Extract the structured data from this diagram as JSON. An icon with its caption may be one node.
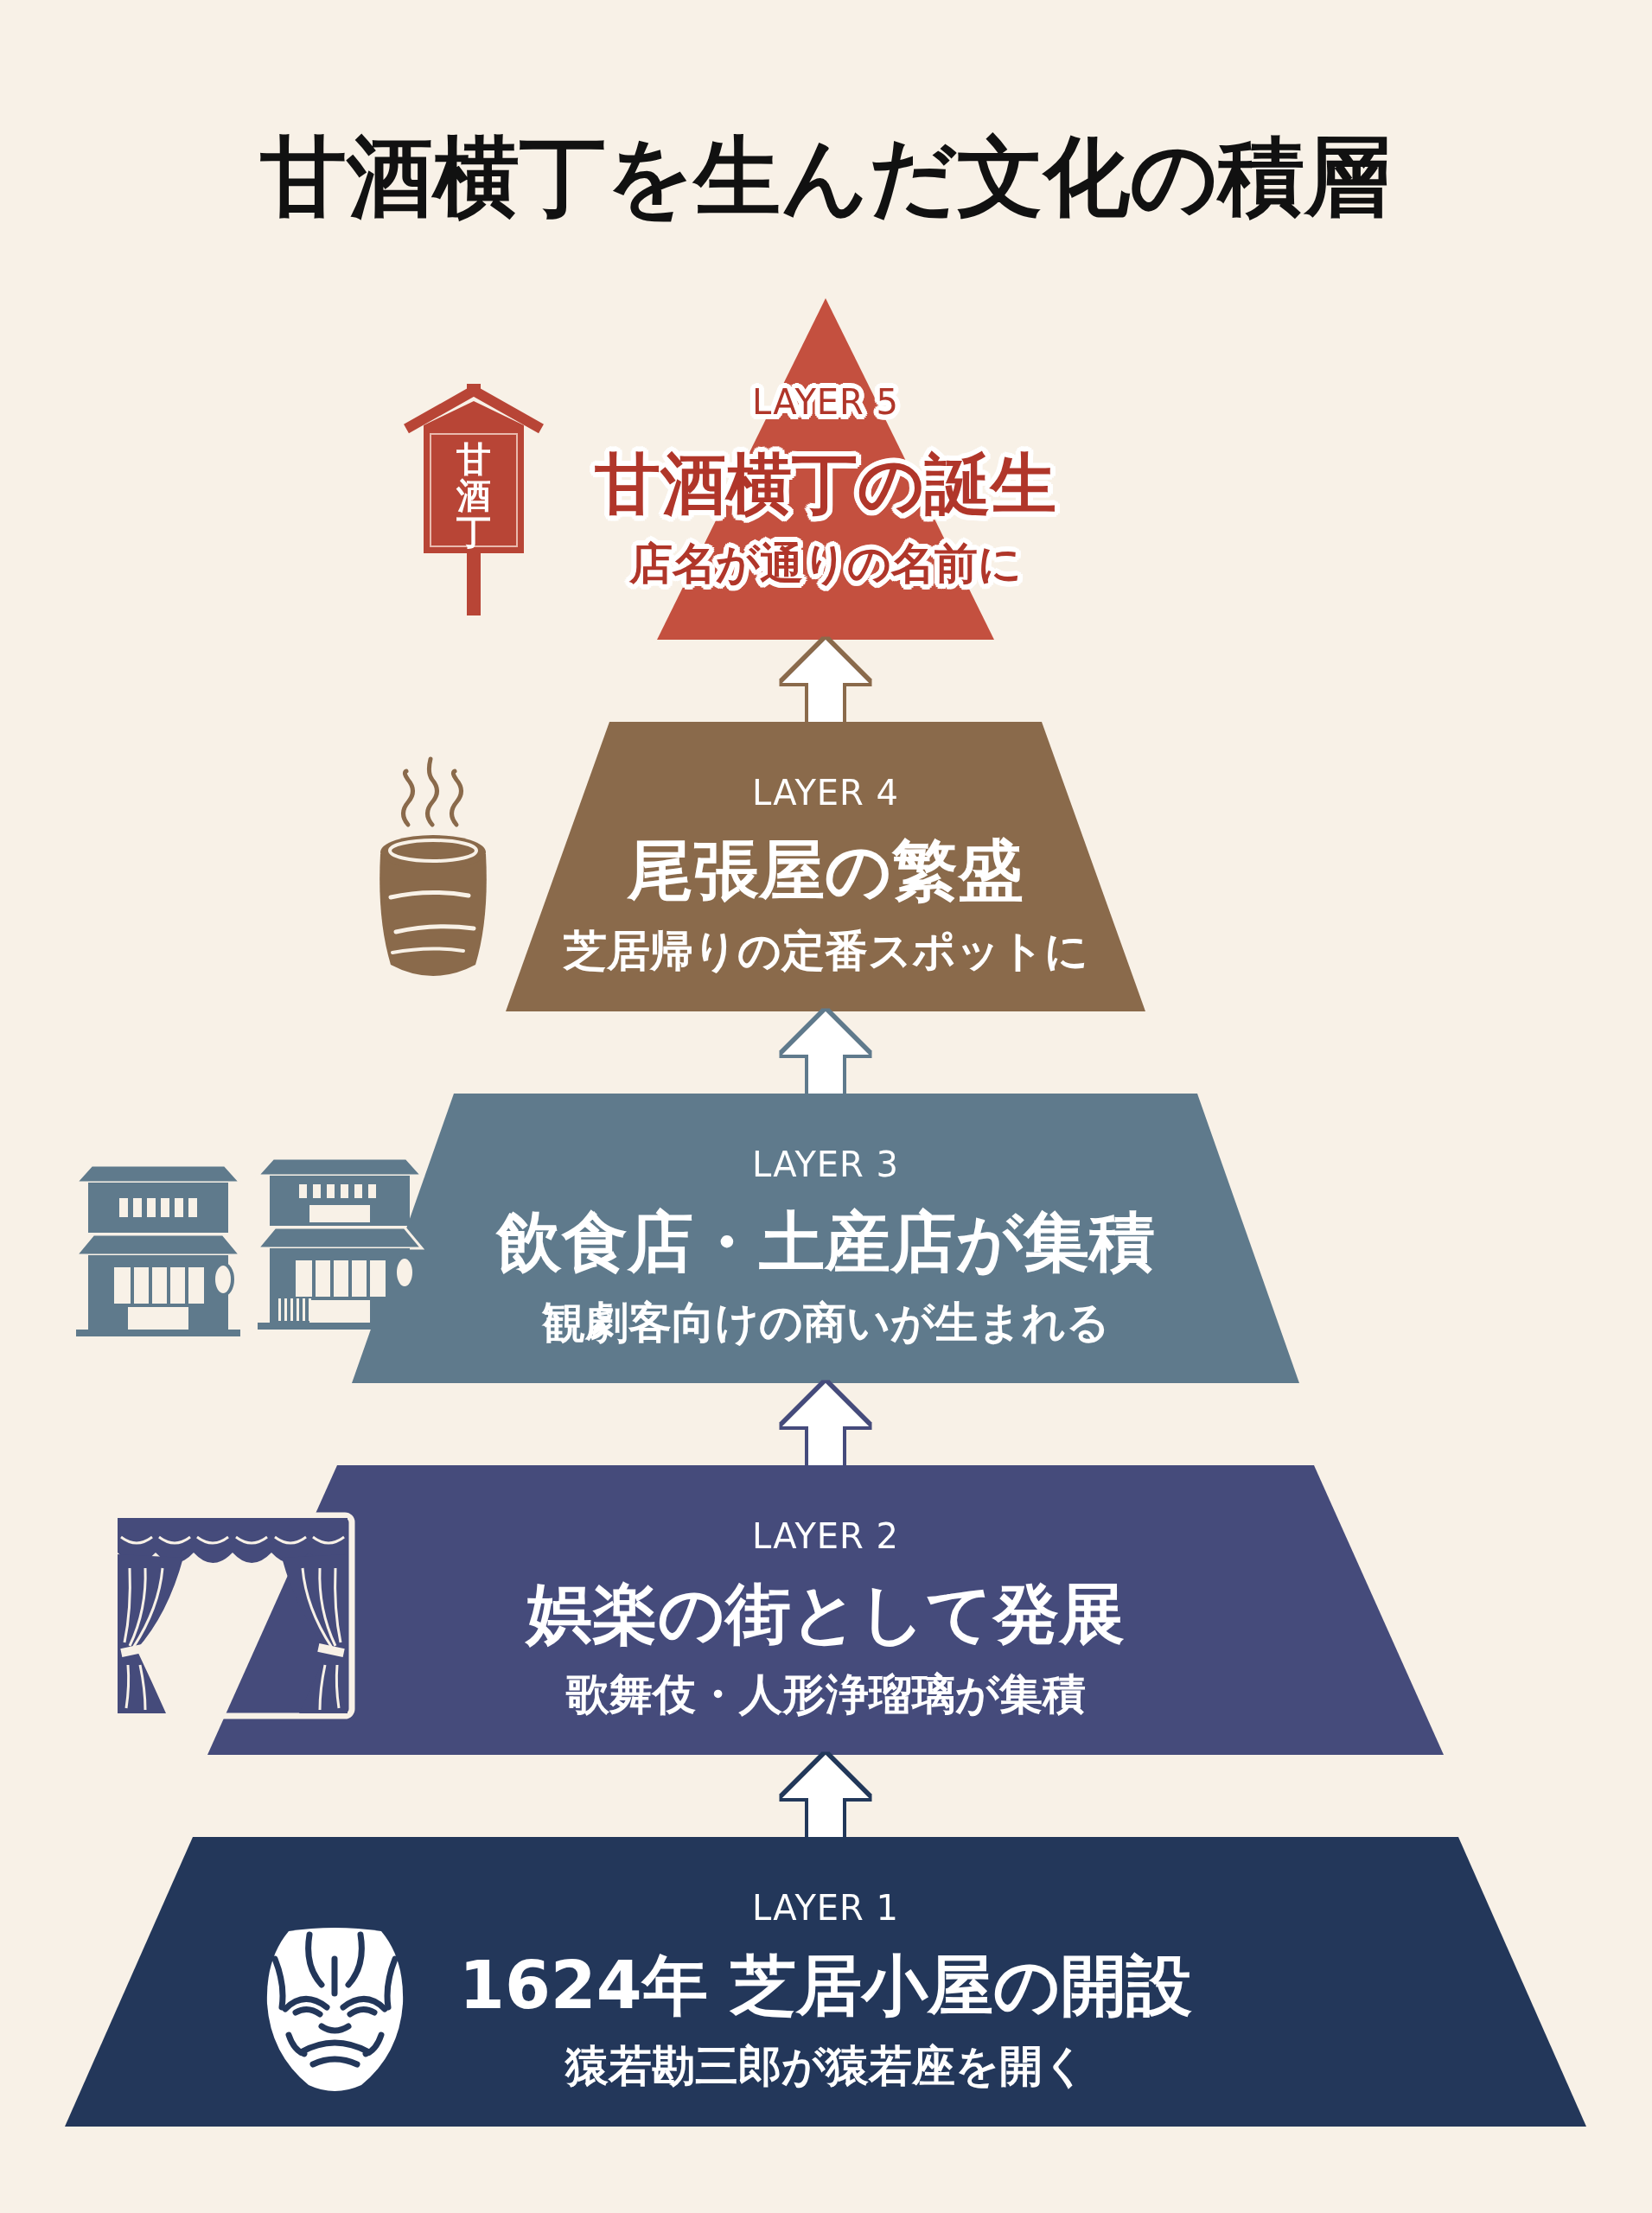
{
  "diagram": {
    "title": "甘酒横丁を生んだ文化の積層",
    "nodes": [
      {
        "text": [
          "LAYER 5",
          "甘酒横丁の誕生",
          "店名が通りの名前に"
        ]
      },
      {
        "text": [
          "甘酒丁"
        ]
      },
      {
        "text": [
          "LAYER 4",
          "尾張屋の繁盛",
          "芝居帰りの定番スポットに"
        ]
      },
      {
        "text": [
          "LAYER 3",
          "飲食店・土産店が集積",
          "観劇客向けの商いが生まれる"
        ]
      },
      {
        "text": [
          "LAYER 2",
          "娯楽の街として発展",
          "歌舞伎・人形浄瑠璃が集積"
        ]
      },
      {
        "text": [
          "LAYER 1",
          "1624年 芝居小屋の開設",
          "猿若勘三郎が猿若座を開く"
        ]
      }
    ],
    "edges": [
      {
        "from": 2,
        "to": 0,
        "arrow": "to"
      },
      {
        "from": 3,
        "to": 2,
        "arrow": "to"
      },
      {
        "from": 4,
        "to": 3,
        "arrow": "to"
      },
      {
        "from": 5,
        "to": 4,
        "arrow": "to"
      }
    ]
  }
}
